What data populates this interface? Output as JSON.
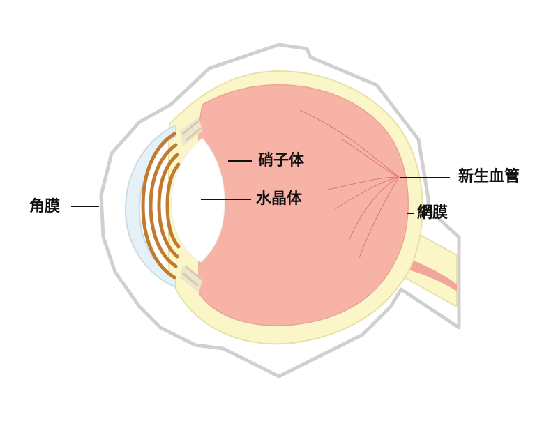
{
  "diagram": {
    "labels": {
      "cornea": "角膜",
      "vitreous": "硝子体",
      "lens": "水晶体",
      "new_vessels": "新生血管",
      "retina": "網膜"
    },
    "colors": {
      "outer_outline": "#d0d0d0",
      "sclera": "#fbf6c8",
      "sclera_edge": "#e7e1a6",
      "vitreous": "#f6b3a6",
      "vitreous_edge": "#eaa394",
      "cornea": "#e6f1f7",
      "cornea_edge": "#c9dce6",
      "iris": "#c17a2e",
      "ciliary_stripe": "#d7c9ad",
      "lens": "#ffffff",
      "vessel": "#d86a6a",
      "optic_nerve_core": "#f2a59a",
      "leader": "#111111"
    }
  }
}
